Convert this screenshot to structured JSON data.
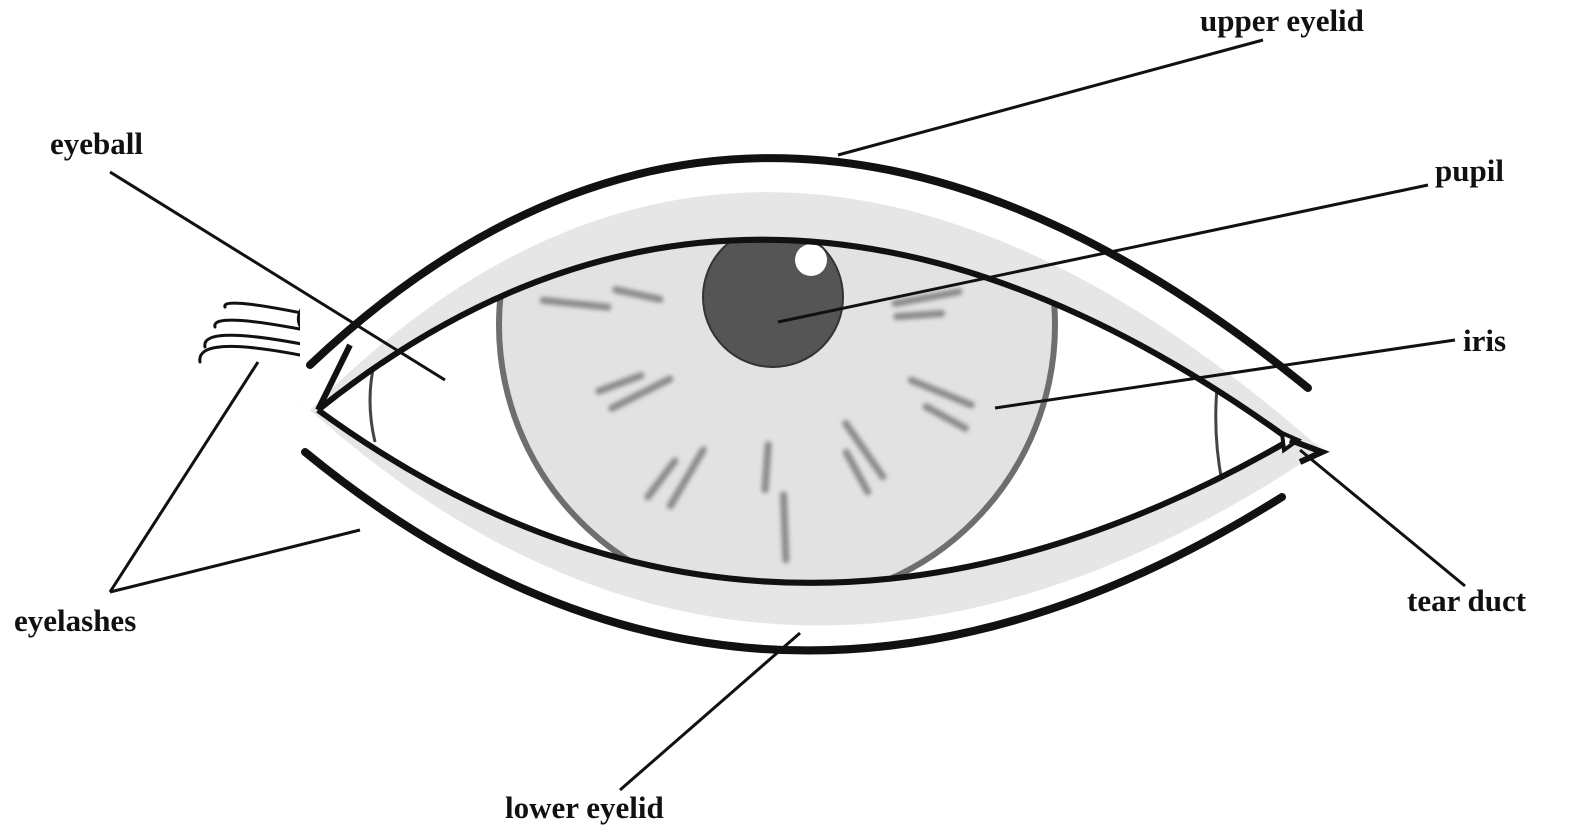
{
  "diagram": {
    "labels": {
      "upper_eyelid": "upper eyelid",
      "eyeball": "eyeball",
      "pupil": "pupil",
      "iris": "iris",
      "tear_duct": "tear duct",
      "eyelashes": "eyelashes",
      "lower_eyelid": "lower eyelid"
    },
    "colors": {
      "background": "#ffffff",
      "outline": "#111111",
      "lid_band": "#e6e6e6",
      "iris_fill": "#e2e2e2",
      "iris_rim": "#6e6e6e",
      "pupil": "#555555",
      "highlight": "#ffffff"
    }
  }
}
